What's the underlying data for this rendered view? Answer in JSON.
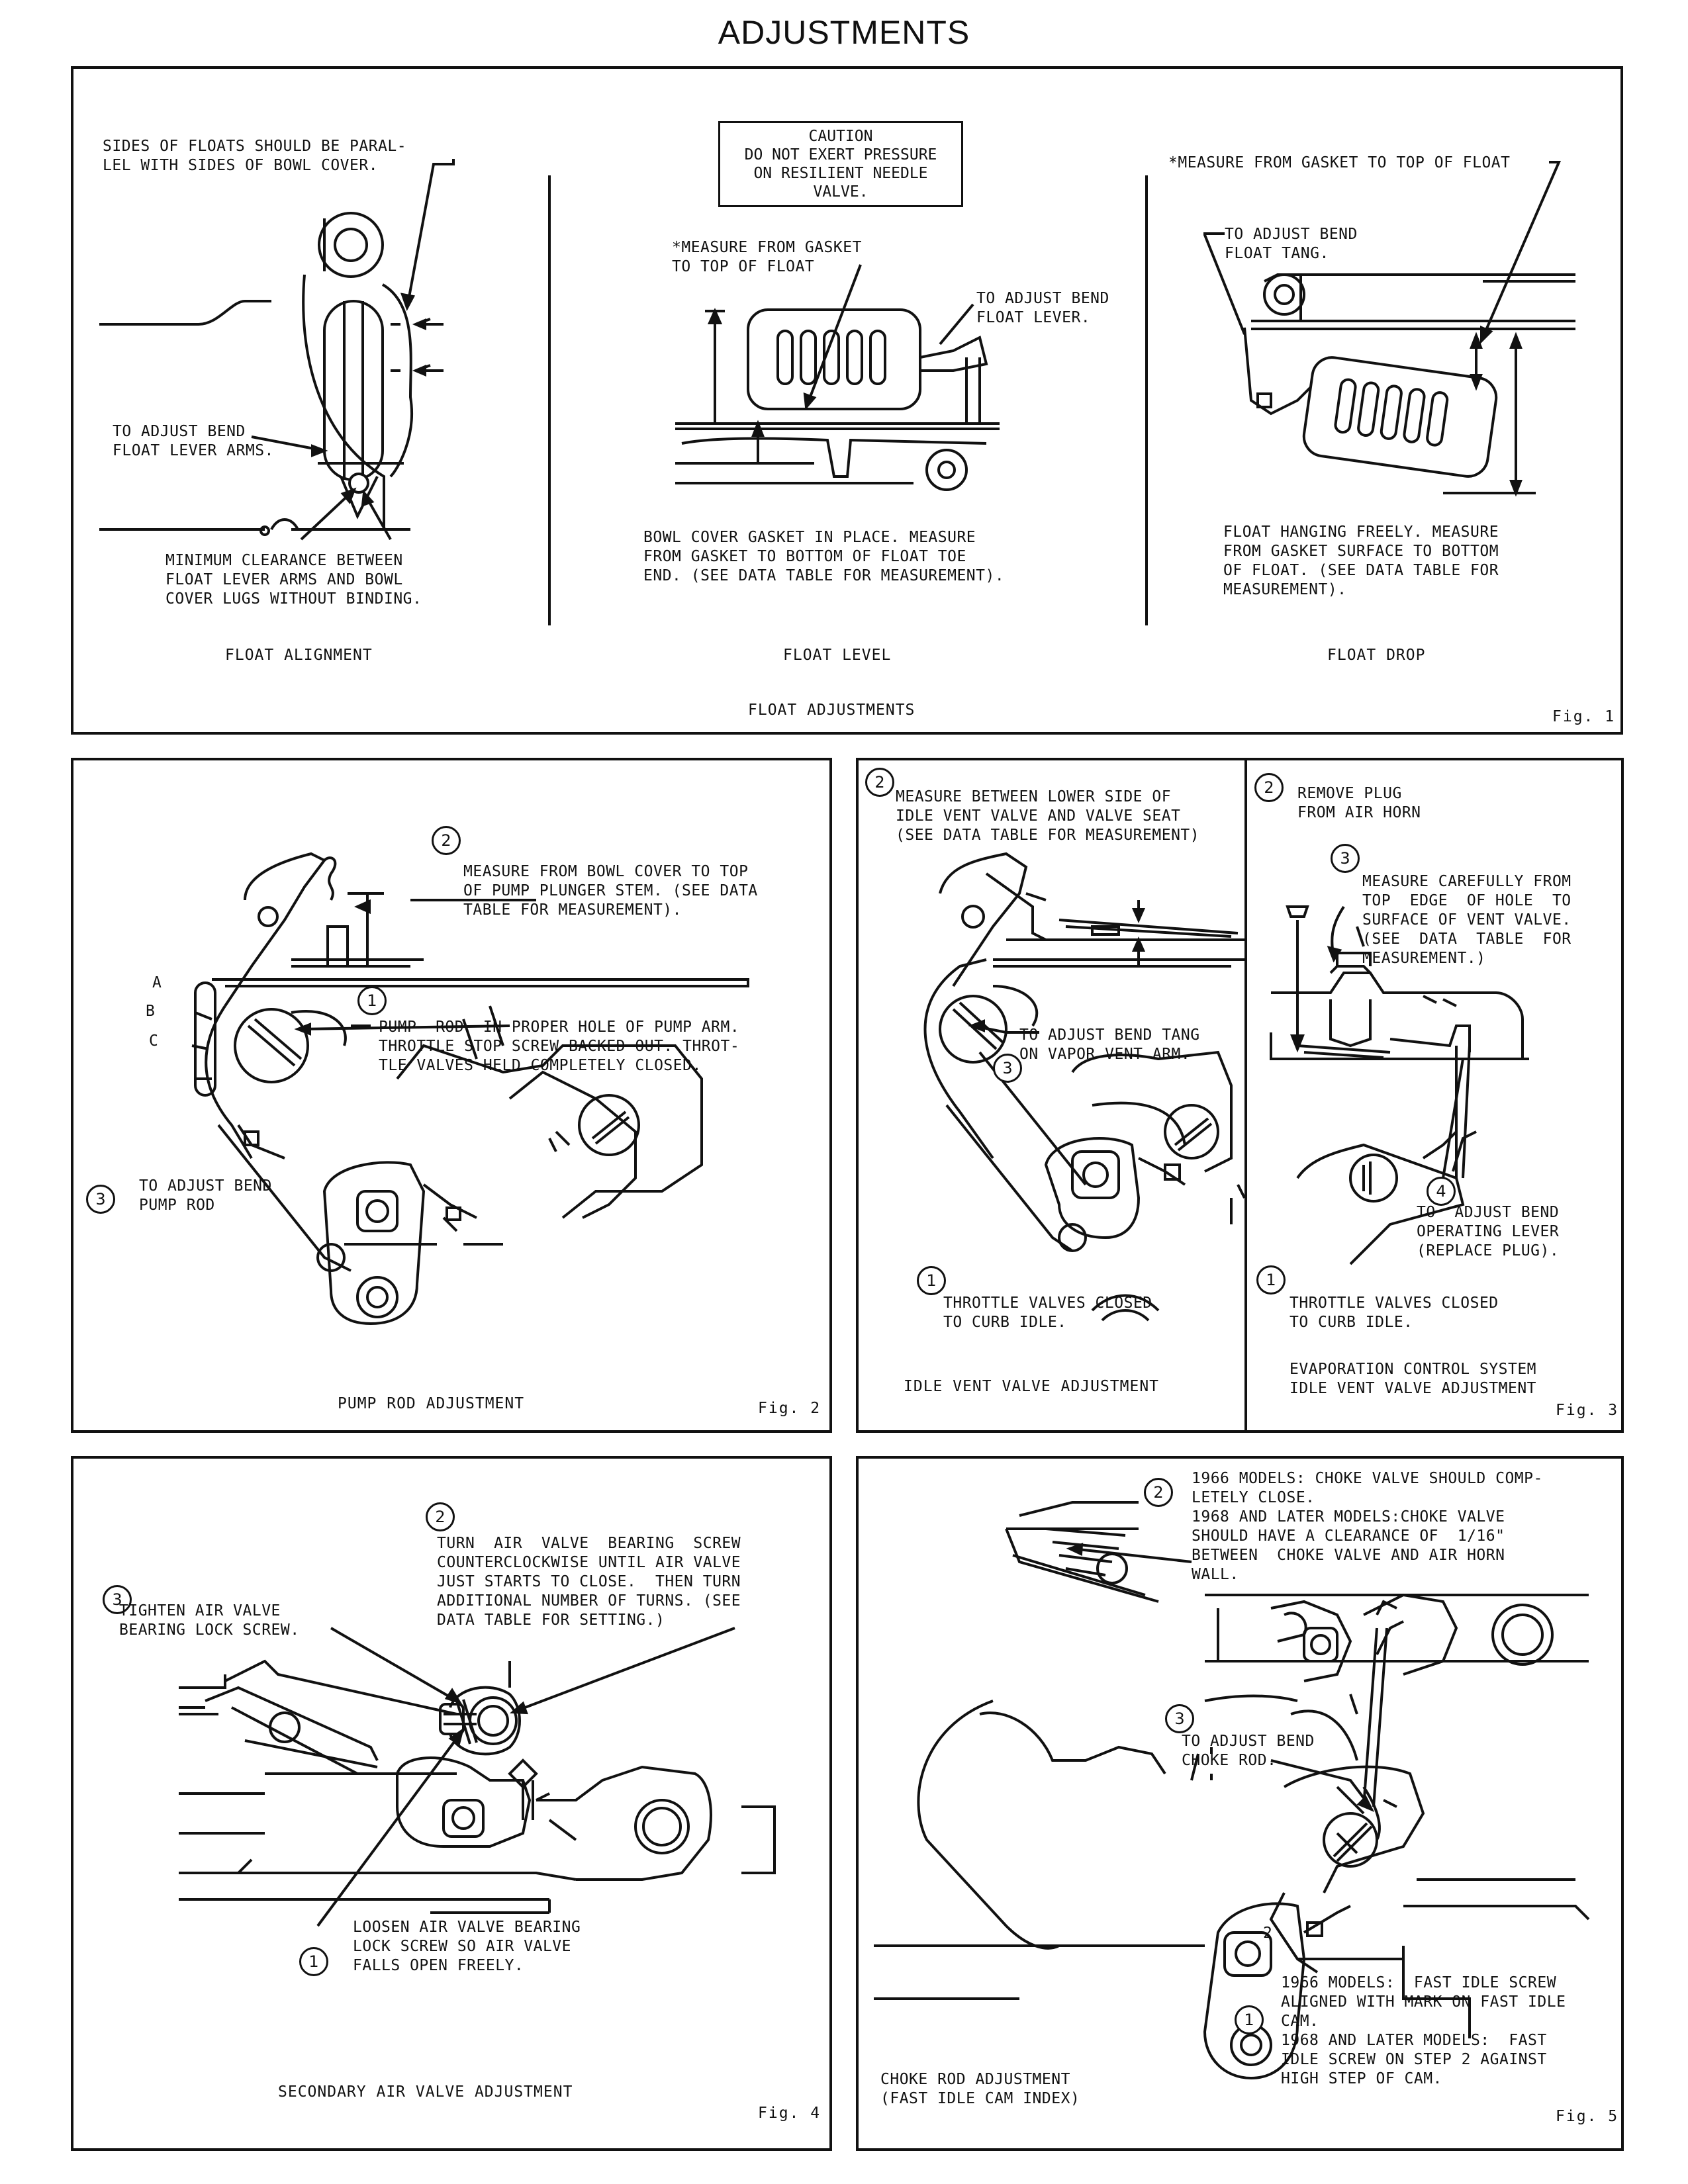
{
  "page": {
    "title": "ADJUSTMENTS"
  },
  "fig1": {
    "figure_label": "Fig. 1",
    "panel_caption": "FLOAT ADJUSTMENTS",
    "alignment": {
      "note_top": "SIDES OF FLOATS SHOULD BE PARAL-\nLEL WITH SIDES OF BOWL COVER.",
      "note_bend": "TO ADJUST BEND\nFLOAT LEVER ARMS.",
      "note_clearance": "MINIMUM CLEARANCE BETWEEN\nFLOAT LEVER ARMS AND BOWL\nCOVER LUGS WITHOUT BINDING.",
      "caption": "FLOAT ALIGNMENT"
    },
    "level": {
      "caution": "CAUTION\nDO NOT EXERT PRESSURE\nON RESILIENT NEEDLE\nVALVE.",
      "note_measure": "*MEASURE FROM GASKET\nTO TOP OF FLOAT",
      "note_bend": "TO ADJUST BEND\nFLOAT LEVER.",
      "note_bottom": "BOWL COVER GASKET IN PLACE. MEASURE\nFROM GASKET TO BOTTOM OF FLOAT TOE\nEND. (SEE DATA TABLE FOR MEASUREMENT).",
      "caption": "FLOAT LEVEL"
    },
    "drop": {
      "note_measure": "*MEASURE FROM GASKET TO TOP OF FLOAT",
      "note_bend": "TO ADJUST BEND\nFLOAT TANG.",
      "note_bottom": "FLOAT HANGING FREELY. MEASURE\nFROM GASKET SURFACE TO BOTTOM\nOF FLOAT. (SEE DATA TABLE FOR\nMEASUREMENT).",
      "caption": "FLOAT DROP"
    }
  },
  "fig2": {
    "figure_label": "Fig. 2",
    "caption": "PUMP ROD ADJUSTMENT",
    "step1": "1",
    "step2": "2",
    "step3": "3",
    "note_measure": "MEASURE FROM BOWL COVER TO TOP\nOF PUMP PLUNGER STEM. (SEE DATA\nTABLE FOR MEASUREMENT).",
    "note_rod": "PUMP  ROD  IN PROPER HOLE OF PUMP ARM.\nTHROTTLE STOP SCREW BACKED OUT. THROT-\nTLE VALVES HELD COMPLETELY CLOSED.",
    "note_bend": "TO ADJUST BEND\nPUMP ROD",
    "holes": [
      "A",
      "B",
      "C"
    ]
  },
  "fig3": {
    "figure_label": "Fig. 3",
    "idle": {
      "caption": "IDLE VENT VALVE ADJUSTMENT",
      "step1": "1",
      "step2": "2",
      "step3": "3",
      "note_measure": "MEASURE BETWEEN LOWER SIDE OF\nIDLE VENT VALVE AND VALVE SEAT\n(SEE DATA TABLE FOR MEASUREMENT)",
      "note_bend": "TO ADJUST BEND TANG\nON VAPOR VENT ARM.",
      "note_throttle": "THROTTLE VALVES CLOSED\nTO CURB IDLE."
    },
    "evap": {
      "caption": "EVAPORATION CONTROL SYSTEM\nIDLE VENT VALVE ADJUSTMENT",
      "step1": "1",
      "step2": "2",
      "step3": "3",
      "step4": "4",
      "note_plug": "REMOVE PLUG\nFROM AIR HORN",
      "note_measure": "MEASURE CAREFULLY FROM\nTOP  EDGE  OF HOLE  TO\nSURFACE OF VENT VALVE.\n(SEE  DATA  TABLE  FOR\nMEASUREMENT.)",
      "note_bend": "TO  ADJUST BEND\nOPERATING LEVER\n(REPLACE PLUG).",
      "note_throttle": "THROTTLE VALVES CLOSED\nTO CURB IDLE."
    }
  },
  "fig4": {
    "figure_label": "Fig. 4",
    "caption": "SECONDARY AIR VALVE ADJUSTMENT",
    "step1": "1",
    "step2": "2",
    "step3": "3",
    "note_turn": "TURN  AIR  VALVE  BEARING  SCREW\nCOUNTERCLOCKWISE UNTIL AIR VALVE\nJUST STARTS TO CLOSE.  THEN TURN\nADDITIONAL NUMBER OF TURNS. (SEE\nDATA TABLE FOR SETTING.)",
    "note_tighten": "TIGHTEN AIR VALVE\nBEARING LOCK SCREW.",
    "note_loosen": "LOOSEN AIR VALVE BEARING\nLOCK SCREW SO AIR VALVE\nFALLS OPEN FREELY."
  },
  "fig5": {
    "figure_label": "Fig. 5",
    "caption": "CHOKE ROD ADJUSTMENT\n(FAST IDLE CAM INDEX)",
    "step1": "1",
    "step2": "2",
    "step3": "3",
    "cam_step": "2",
    "note_choke": "1966 MODELS: CHOKE VALVE SHOULD COMP-\nLETELY CLOSE.\n1968 AND LATER MODELS:CHOKE VALVE\nSHOULD HAVE A CLEARANCE OF  1/16\"\nBETWEEN  CHOKE VALVE AND AIR HORN\nWALL.",
    "note_bend": "TO ADJUST BEND\nCHOKE ROD.",
    "note_idle": "1966 MODELS:  FAST IDLE SCREW\nALIGNED WITH MARK ON FAST IDLE\nCAM.\n1968 AND LATER MODELS:  FAST\nIDLE SCREW ON STEP 2 AGAINST\nHIGH STEP OF CAM."
  }
}
